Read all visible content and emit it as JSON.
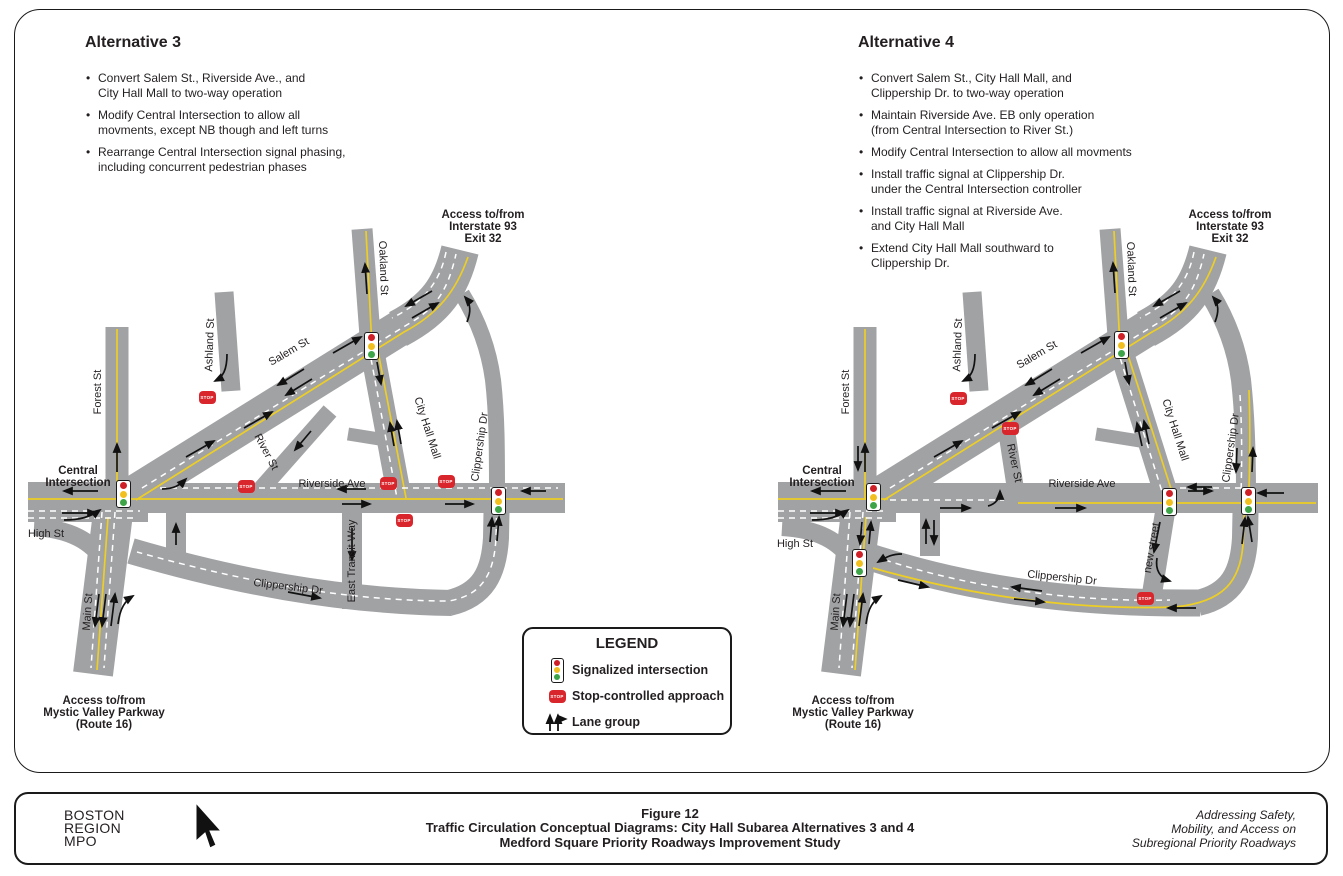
{
  "alt3": {
    "title": "Alternative 3",
    "bullets": [
      [
        "Convert Salem St., Riverside Ave., and",
        "City Hall Mall to two-way operation"
      ],
      [
        "Modify Central Intersection to allow all",
        "movments, except NB though and left turns"
      ],
      [
        "Rearrange Central Intersection signal phasing,",
        "including concurrent pedestrian phases"
      ]
    ]
  },
  "alt4": {
    "title": "Alternative 4",
    "bullets": [
      [
        "Convert Salem St., City Hall Mall, and",
        "Clippership Dr. to two-way operation"
      ],
      [
        "Maintain Riverside Ave. EB only operation",
        "(from Central Intersection to River St.)"
      ],
      [
        "Modify Central Intersection to allow all movments"
      ],
      [
        "Install traffic signal at Clippership Dr.",
        "under the Central Intersection controller"
      ],
      [
        "Install traffic signal at Riverside Ave.",
        "and City Hall Mall"
      ],
      [
        "Extend City Hall Mall southward to",
        "Clippership Dr."
      ]
    ]
  },
  "legend": {
    "title": "LEGEND",
    "items": [
      {
        "icon": "traffic-signal-icon",
        "label": "Signalized intersection"
      },
      {
        "icon": "stop-sign-icon",
        "label": "Stop-controlled approach"
      },
      {
        "icon": "lane-group-icon",
        "label": "Lane group"
      }
    ]
  },
  "streets": {
    "forest": "Forest St",
    "ashland": "Ashland St",
    "salem": "Salem St",
    "oakland": "Oakland St",
    "river": "River St",
    "city_hall_mall": "City Hall Mall",
    "clippership": "Clippership Dr",
    "riverside": "Riverside Ave",
    "high": "High St",
    "main": "Main St",
    "east_transit": "East Transit Way",
    "new_street": "new street"
  },
  "labels": {
    "central_intersection": [
      "Central",
      "Intersection"
    ],
    "access_i93": [
      "Access to/from",
      "Interstate 93",
      "Exit 32"
    ],
    "access_mystic": [
      "Access to/from",
      "Mystic Valley Parkway",
      "(Route 16)"
    ]
  },
  "stop_sign_text": "STOP",
  "footer": {
    "logo_lines": [
      "BOSTON",
      "REGION",
      "MPO"
    ],
    "title_lines": [
      "Figure 12",
      "Traffic Circulation Conceptual Diagrams: City Hall Subarea Alternatives 3 and 4",
      "Medford Square Priority Roadways Improvement Study"
    ],
    "tagline_lines": [
      "Addressing Safety,",
      "Mobility, and Access on",
      "Subregional Priority Roadways"
    ]
  },
  "colors": {
    "road": "#a1a2a4",
    "center_line_yellow": "#edce25",
    "lane_dash_white": "#ffffff",
    "signal_red": "#ce2026",
    "signal_yellow": "#f2c01e",
    "signal_green": "#3da448",
    "stop_red": "#d9262c"
  }
}
